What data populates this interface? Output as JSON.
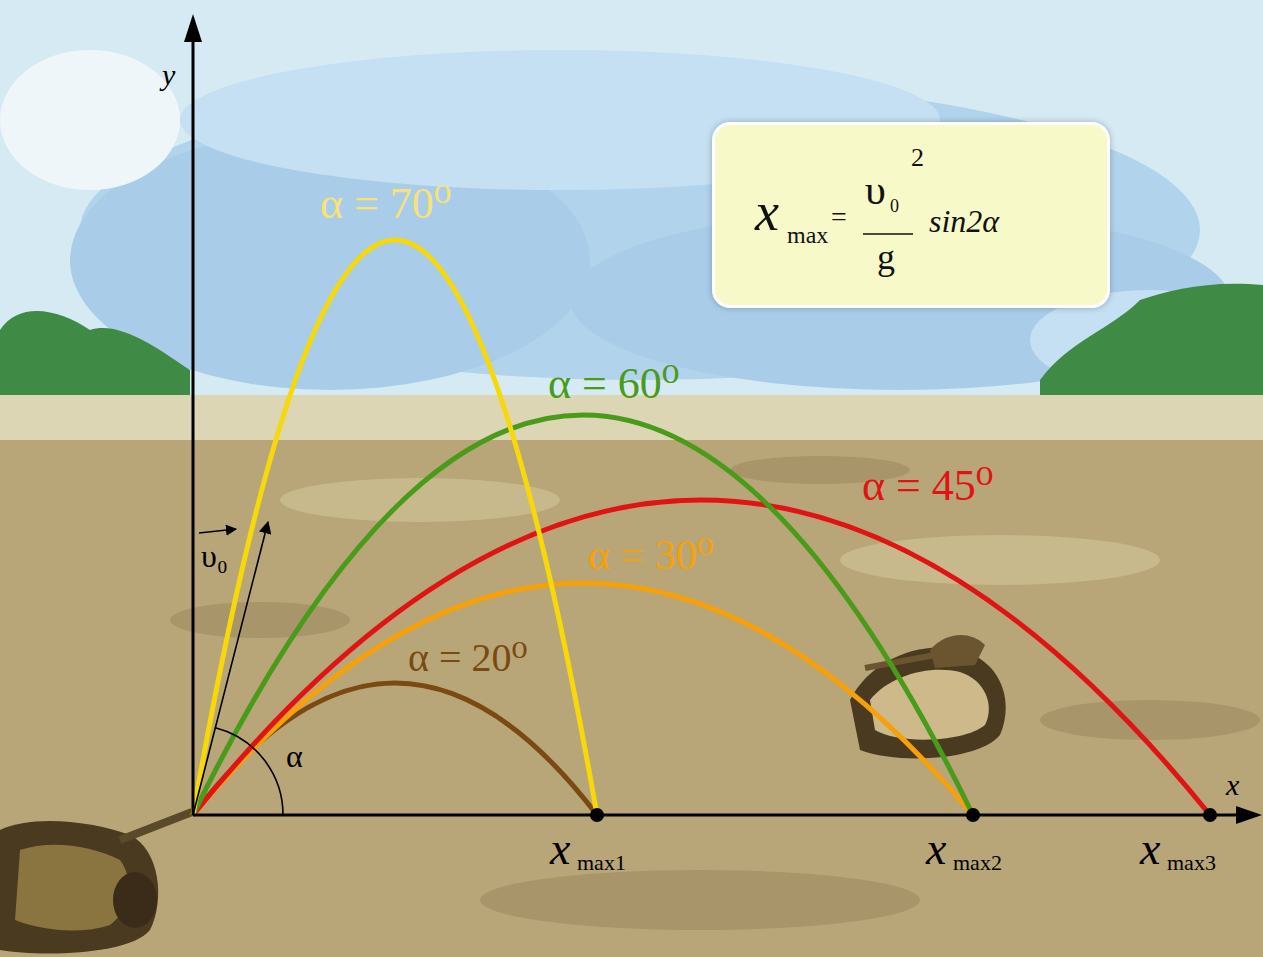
{
  "diagram": {
    "nodes": [
      {
        "text": [
          "x",
          "max",
          "=",
          "υ",
          "0",
          "2",
          "g",
          "sin2α"
        ]
      }
    ],
    "labels": [
      "y",
      "x",
      "α = 70⁰",
      "α = 60⁰",
      "α = 45⁰",
      "α = 30⁰",
      "α = 20⁰",
      "υ₀",
      "α",
      "x",
      "max1",
      "x",
      "max2",
      "x",
      "max3"
    ]
  }
}
